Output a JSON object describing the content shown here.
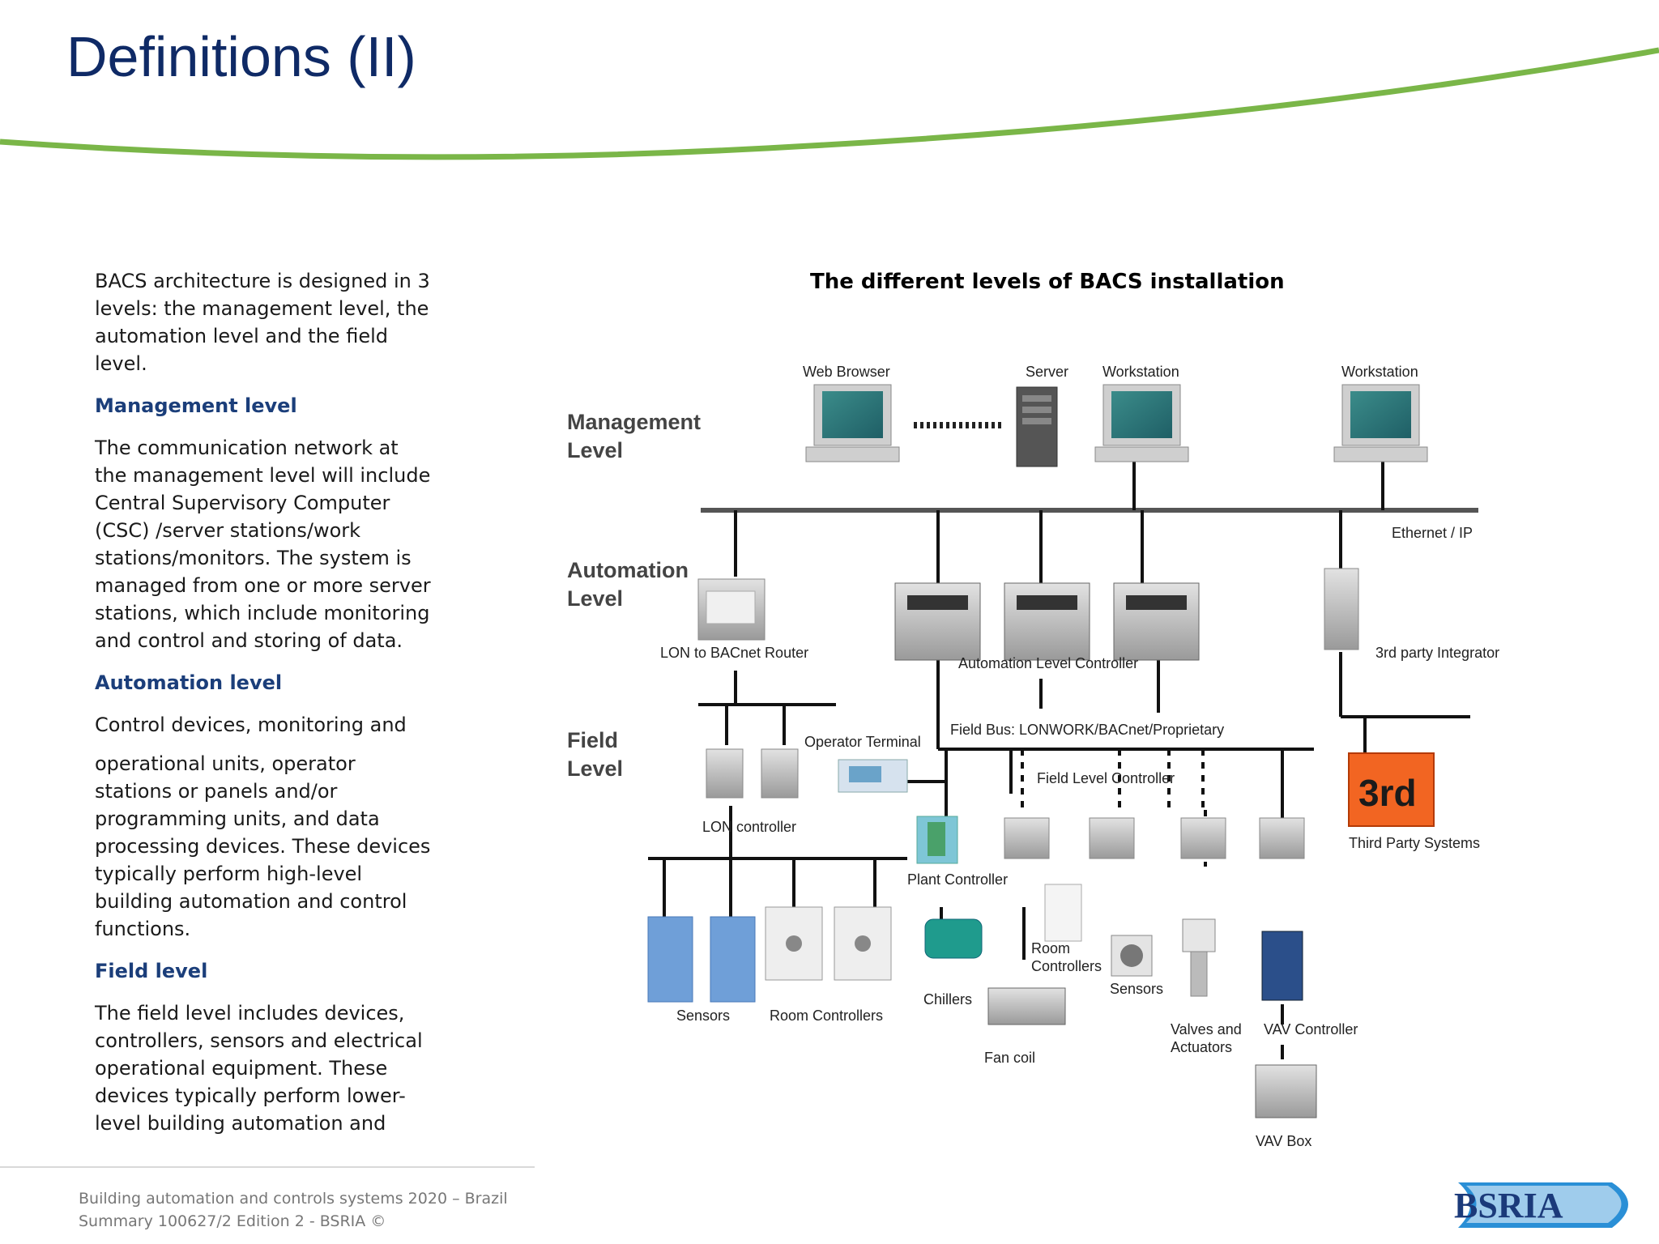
{
  "slide": {
    "title": "Definitions (II)"
  },
  "colors": {
    "title": "#0f2a66",
    "accent_green": "#7ab648",
    "heading_blue": "#1b3e7a",
    "third_party_orange": "#f26522",
    "logo_blue": "#1b3a7a"
  },
  "body": {
    "intro": "BACS architecture is designed in 3 levels: the management level, the automation level and the field level.",
    "management_heading": "Management level",
    "management_text": "The communication network at the management level will include Central Supervisory Computer (CSC) /server stations/work stations/monitors. The system is managed from one or more server stations, which include monitoring and control and storing of data.",
    "automation_heading": "Automation level",
    "automation_text_1": "Control devices, monitoring and",
    "automation_text_2": "operational units, operator stations or panels and/or programming units, and data processing devices. These devices typically perform high-level building automation and control functions.",
    "field_heading": "Field level",
    "field_text": "The field level includes devices, controllers, sensors and electrical operational equipment. These devices typically perform lower-level building automation and"
  },
  "diagram": {
    "title": "The different levels of BACS installation",
    "levels": {
      "management_1": "Management",
      "management_2": "Level",
      "automation_1": "Automation",
      "automation_2": "Level",
      "field_1": "Field",
      "field_2": "Level"
    },
    "labels": {
      "web_browser": "Web Browser",
      "server": "Server",
      "workstation_1": "Workstation",
      "workstation_2": "Workstation",
      "ethernet": "Ethernet / IP",
      "lon_router": "LON to BACnet Router",
      "alc": "Automation Level Controller",
      "third_party_integrator": "3rd party Integrator",
      "operator_terminal": "Operator Terminal",
      "field_bus": "Field Bus: LONWORK/BACnet/Proprietary",
      "flc": "Field Level Controller",
      "lon_controller": "LON controller",
      "plant_controller": "Plant Controller",
      "third_badge": "3rd",
      "third_party_systems": "Third Party Systems",
      "room_controllers_a": "Room",
      "room_controllers_b": "Controllers",
      "sensors_right": "Sensors",
      "chillers": "Chillers",
      "sensors_left": "Sensors",
      "room_controllers_left": "Room Controllers",
      "fan_coil": "Fan coil",
      "valves_1": "Valves and",
      "valves_2": "Actuators",
      "vav_controller": "VAV Controller",
      "vav_box": "VAV Box"
    }
  },
  "footer": {
    "line1": "Building automation and controls systems 2020 – Brazil",
    "line2": "Summary 100627/2 Edition 2 - BSRIA ©"
  },
  "logo": {
    "text": "BSRIA"
  }
}
